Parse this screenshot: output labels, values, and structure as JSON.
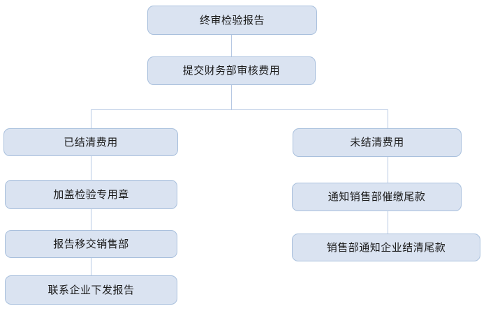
{
  "diagram": {
    "type": "flowchart",
    "orientation": "top-down",
    "title": "",
    "theme": {
      "node_fill": "#dae3f1",
      "node_border": "#a9c0dd",
      "connector": "#b6c8e3",
      "text": "#1a1a1a",
      "background": "#ffffff"
    },
    "nodes": [
      {
        "id": "n1",
        "label": "终审检验报告"
      },
      {
        "id": "n2",
        "label": "提交财务部审核费用"
      },
      {
        "id": "n3",
        "label": "已结清费用"
      },
      {
        "id": "n4",
        "label": "未结清费用"
      },
      {
        "id": "n5",
        "label": "加盖检验专用章"
      },
      {
        "id": "n6",
        "label": "通知销售部催缴尾款"
      },
      {
        "id": "n7",
        "label": "报告移交销售部"
      },
      {
        "id": "n8",
        "label": "销售部通知企业结清尾款"
      },
      {
        "id": "n9",
        "label": "联系企业下发报告"
      }
    ],
    "edges": [
      {
        "from": "n1",
        "to": "n2"
      },
      {
        "from": "n2",
        "to": "n3"
      },
      {
        "from": "n2",
        "to": "n4"
      },
      {
        "from": "n3",
        "to": "n5"
      },
      {
        "from": "n5",
        "to": "n7"
      },
      {
        "from": "n7",
        "to": "n9"
      },
      {
        "from": "n4",
        "to": "n6"
      },
      {
        "from": "n6",
        "to": "n8"
      }
    ]
  }
}
